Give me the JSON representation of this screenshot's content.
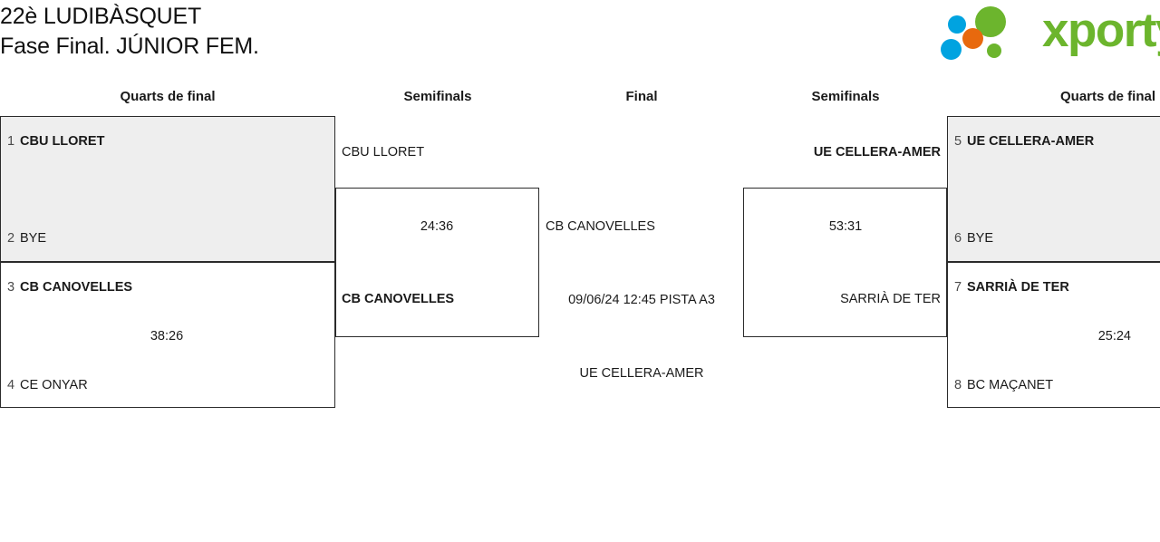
{
  "header": {
    "title_line1": "22è LUDIBÀSQUET",
    "title_line2": "Fase Final. JÚNIOR FEM.",
    "brand": {
      "wordmark": "xporty",
      "colors": {
        "green": "#6CB52D",
        "blue": "#00A3E0",
        "orange": "#E8690E"
      }
    }
  },
  "rounds": [
    {
      "label": "Quarts de final"
    },
    {
      "label": "Semifinals"
    },
    {
      "label": "Final"
    },
    {
      "label": "Semifinals"
    },
    {
      "label": "Quarts de final"
    }
  ],
  "left_quarterfinals": [
    {
      "top": {
        "seed": "1",
        "team": "CBU LLORET",
        "winner": true
      },
      "bottom": {
        "seed": "2",
        "team": "BYE",
        "winner": false
      },
      "score": "",
      "shaded": true
    },
    {
      "top": {
        "seed": "3",
        "team": "CB CANOVELLES",
        "winner": true
      },
      "bottom": {
        "seed": "4",
        "team": "CE ONYAR",
        "winner": false
      },
      "score": "38:26",
      "shaded": false
    }
  ],
  "left_semifinal": {
    "top": {
      "team": "CBU LLORET",
      "winner": false
    },
    "bottom": {
      "team": "CB CANOVELLES",
      "winner": true
    },
    "score": "24:36"
  },
  "final": {
    "top": {
      "team": "CB CANOVELLES",
      "winner": false
    },
    "bottom": {
      "team": "UE CELLERA-AMER",
      "winner": false
    },
    "info": "09/06/24 12:45 PISTA A3"
  },
  "right_semifinal": {
    "top": {
      "team": "UE CELLERA-AMER",
      "winner": true
    },
    "bottom": {
      "team": "SARRIÀ DE TER",
      "winner": false
    },
    "score": "53:31"
  },
  "right_quarterfinals": [
    {
      "top": {
        "seed": "5",
        "team": "UE CELLERA-AMER",
        "winner": true
      },
      "bottom": {
        "seed": "6",
        "team": "BYE",
        "winner": false
      },
      "score": "",
      "shaded": true
    },
    {
      "top": {
        "seed": "7",
        "team": "SARRIÀ DE TER",
        "winner": true
      },
      "bottom": {
        "seed": "8",
        "team": "BC MAÇANET",
        "winner": false
      },
      "score": "25:24",
      "shaded": false
    }
  ]
}
